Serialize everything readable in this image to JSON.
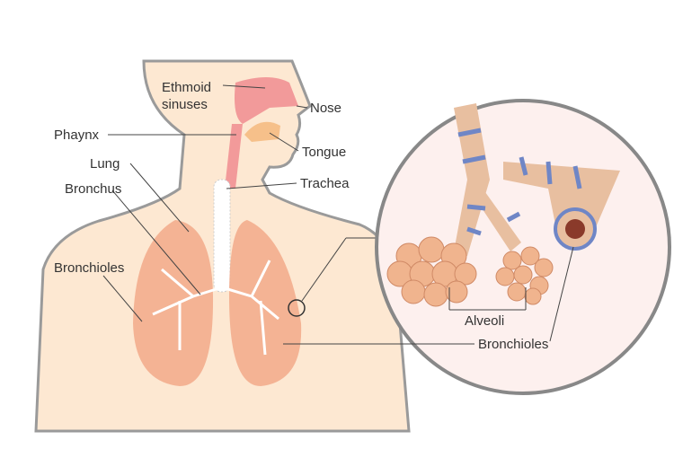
{
  "labels": {
    "ethmoid_line1": "Ethmoid",
    "ethmoid_line2": "sinuses",
    "nose": "Nose",
    "pharynx": "Phaynx",
    "tongue": "Tongue",
    "lung": "Lung",
    "trachea": "Trachea",
    "bronchus": "Bronchus",
    "bronchioles_left": "Bronchioles",
    "alveoli": "Alveoli",
    "bronchioles_right": "Bronchioles"
  },
  "colors": {
    "skin": "#fde8d2",
    "outline": "#9a9a9a",
    "lung": "#f2a98a",
    "airway": "#e8bfa0",
    "ring": "#6f86c6",
    "alveoli": "#f0b48e"
  }
}
